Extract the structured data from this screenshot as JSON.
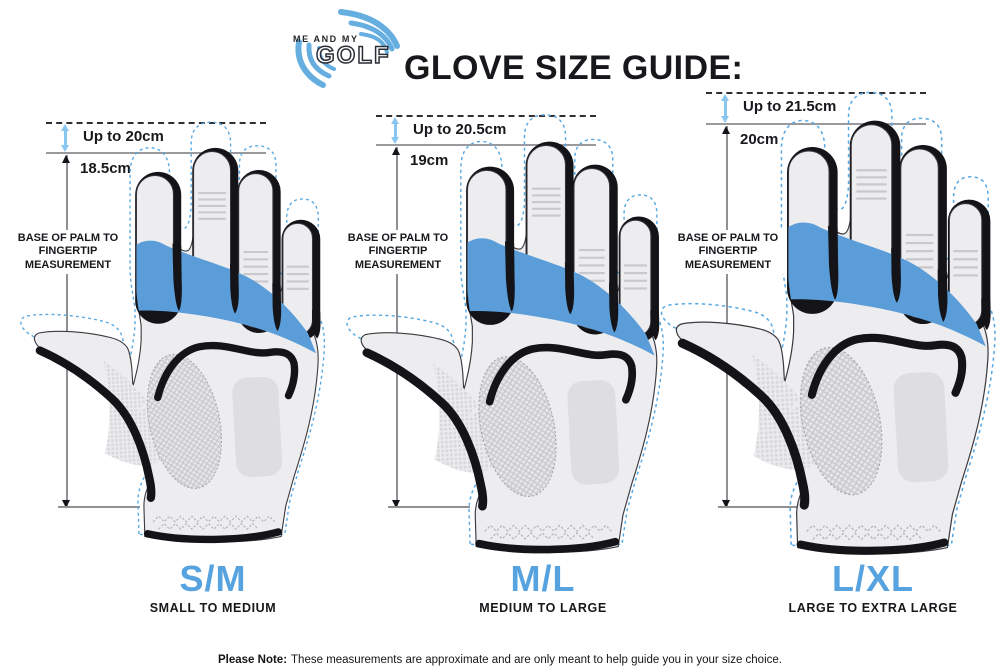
{
  "header": {
    "logo_top": "ME AND MY",
    "logo_main": "GOLF",
    "title": "GLOVE SIZE GUIDE:"
  },
  "panels": [
    {
      "up_to": "Up to 20cm",
      "glove_length": "18.5cm",
      "measurement_label": "BASE OF PALM TO FINGERTIP MEASUREMENT",
      "size": "S/M",
      "size_range": "SMALL TO MEDIUM"
    },
    {
      "up_to": "Up to 20.5cm",
      "glove_length": "19cm",
      "measurement_label": "BASE OF PALM TO FINGERTIP MEASUREMENT",
      "size": "M/L",
      "size_range": "MEDIUM TO LARGE"
    },
    {
      "up_to": "Up to 21.5cm",
      "glove_length": "20cm",
      "measurement_label": "BASE OF PALM TO FINGERTIP MEASUREMENT",
      "size": "L/XL",
      "size_range": "LARGE TO EXTRA LARGE"
    }
  ],
  "footer": {
    "note_label": "Please Note:",
    "note_text": "These measurements are approximate and are only meant to help guide you in your size choice."
  },
  "colors": {
    "accent_blue": "#57a3e0",
    "band_blue": "#5b9dd8",
    "arrow_light_blue": "#8ac6f2",
    "dashed_outline_blue": "#57a8e2",
    "ink": "#17181c"
  }
}
